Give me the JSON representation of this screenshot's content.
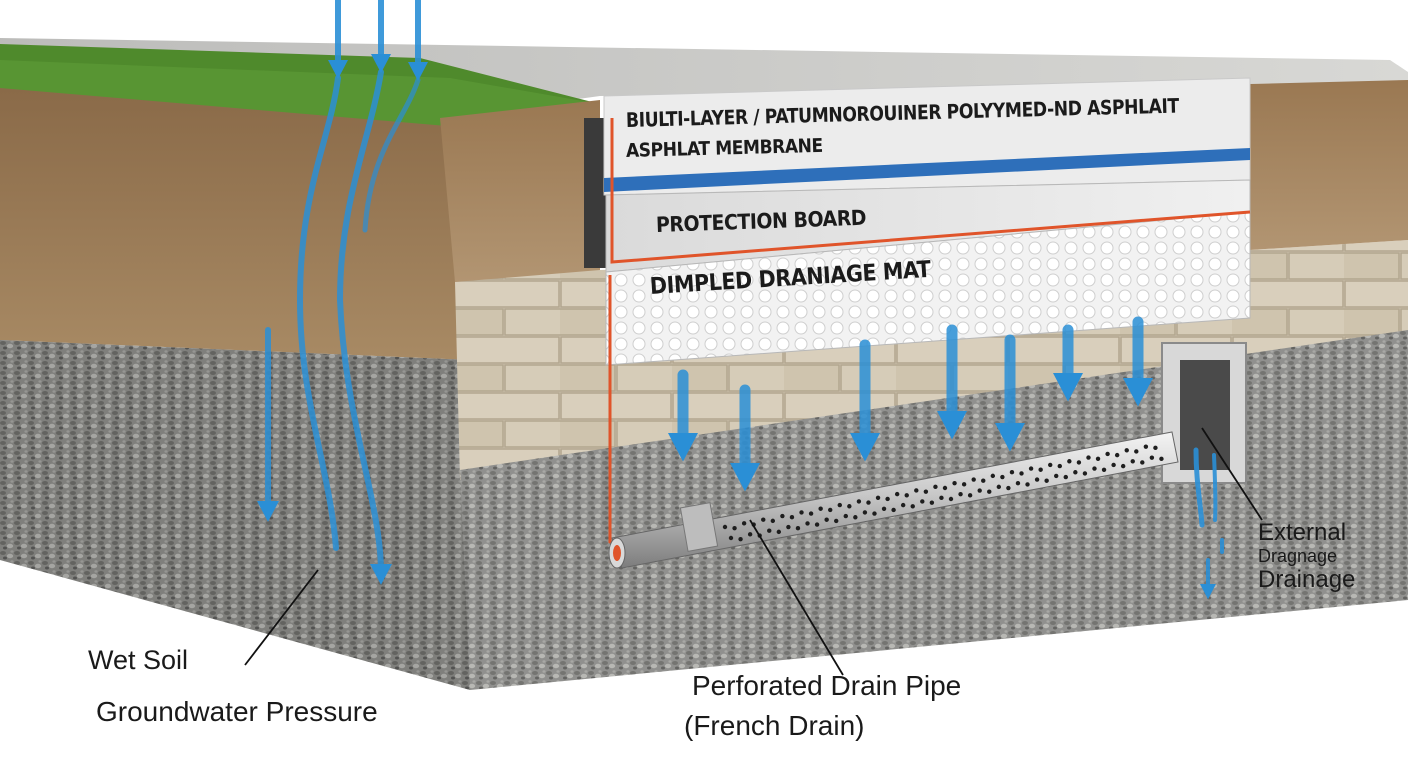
{
  "layers": {
    "membrane_line1": "BIULTI-LAYER / PATUMNOROUINER POLYYMED-ND ASPHLAIT",
    "membrane_line2": "ASPHLAT MEMBRANE",
    "protection_board": "PROTECTION BOARD",
    "drainage_mat": "DIMPLED DRANIAGE MAT"
  },
  "callouts": {
    "wet_soil": "Wet Soil",
    "groundwater": "Groundwater Pressure",
    "pipe_line1": "Perforated Drain Pipe",
    "pipe_line2": "(French Drain)",
    "external_line1": "External",
    "external_line2": "Dragnage",
    "external_line3": "Drainage"
  },
  "colors": {
    "water": "#2a8fd6",
    "membrane_edge": "#e0542a",
    "grass": "#4f8a2c",
    "soil": "#9c7a55",
    "gravel": "#8b8b88",
    "concrete": "#cfcfcc"
  }
}
